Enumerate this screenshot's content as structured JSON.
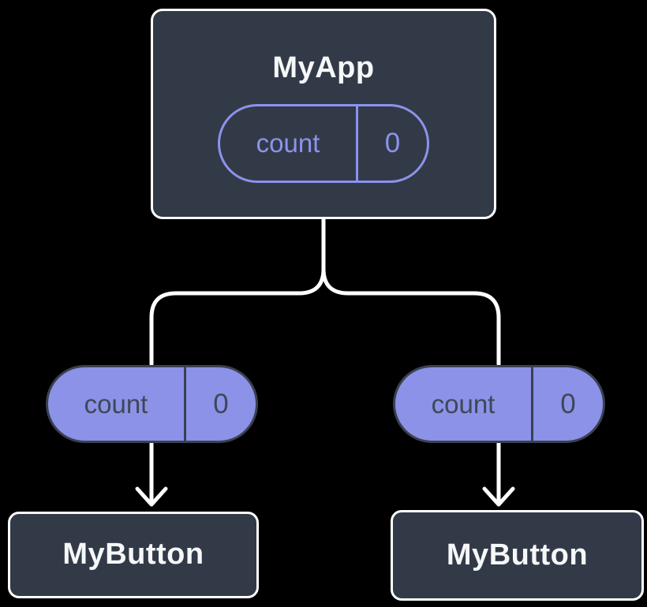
{
  "colors": {
    "background": "#000000",
    "card-bg": "#333A47",
    "card-border": "#FFFFFF",
    "card-text": "#F6F7F9",
    "accent": "#8B93EE",
    "pill-fill": "#8B92E8",
    "pill-dark": "#3A4150",
    "pill-text": "#404756",
    "connector": "#FFFFFF"
  },
  "diagram": {
    "root": {
      "title": "MyApp",
      "pill": {
        "label": "count",
        "value": "0"
      }
    },
    "children": [
      {
        "title": "MyButton",
        "pill": {
          "label": "count",
          "value": "0"
        }
      },
      {
        "title": "MyButton",
        "pill": {
          "label": "count",
          "value": "0"
        }
      }
    ]
  }
}
